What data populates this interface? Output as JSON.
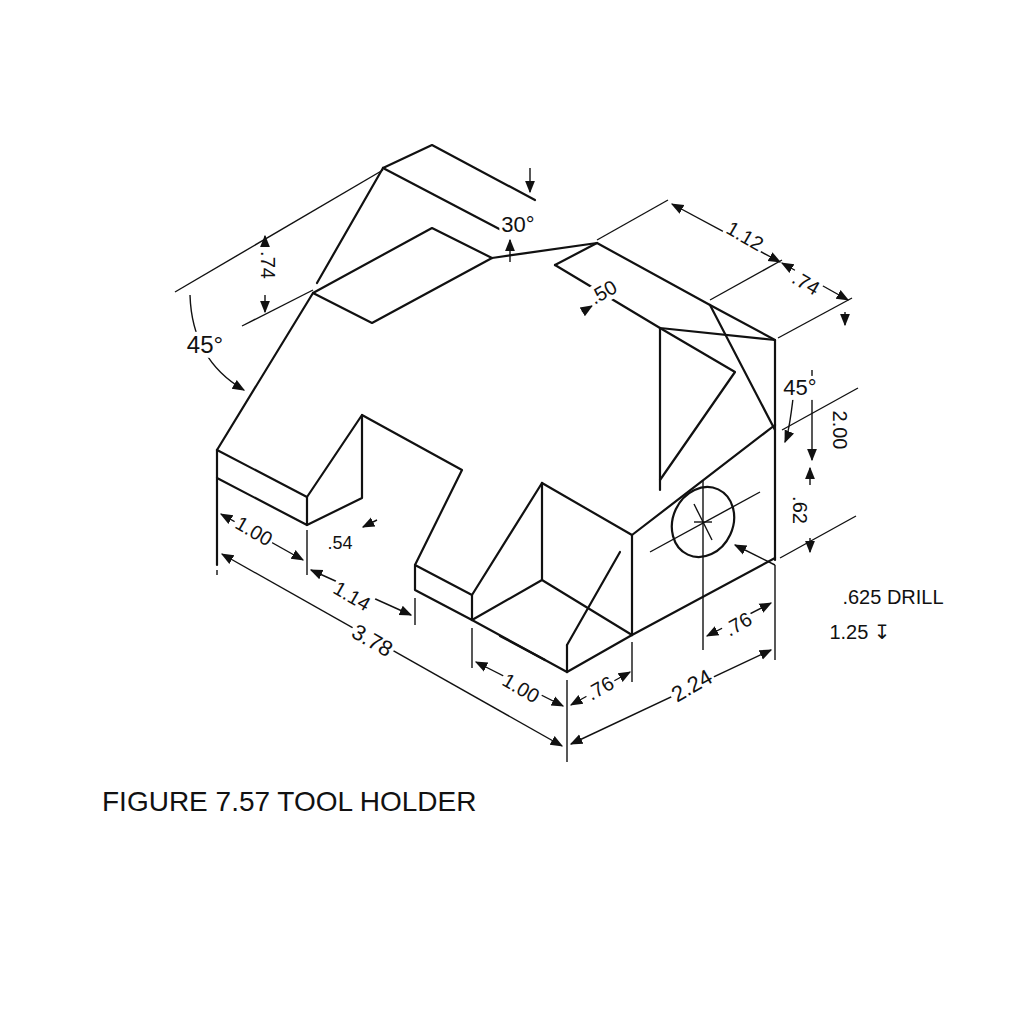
{
  "diagram": {
    "caption": "FIGURE 7.57 TOOL HOLDER",
    "labels": [
      "30°",
      ".74",
      "45°",
      "1.12",
      ".74",
      ".50",
      "45°",
      "2.00",
      ".62",
      ".625 DRILL",
      "1.25 ↧",
      "1.00",
      ".54",
      "1.14",
      "3.78",
      "1.00",
      ".76",
      "2.24",
      ".76"
    ]
  }
}
